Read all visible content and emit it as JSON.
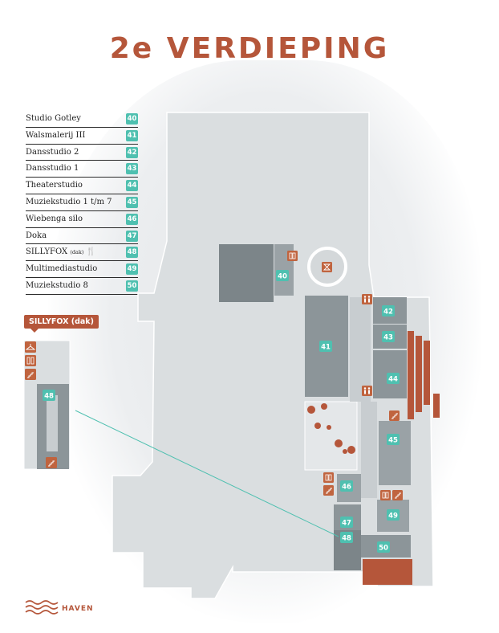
{
  "title": "2e VERDIEPING",
  "legend": [
    {
      "label": "Studio Gotley",
      "number": "40"
    },
    {
      "label": "Walsmalerij III",
      "number": "41"
    },
    {
      "label": "Dansstudio 2",
      "number": "42"
    },
    {
      "label": "Dansstudio 1",
      "number": "43"
    },
    {
      "label": "Theaterstudio",
      "number": "44"
    },
    {
      "label": "Muziekstudio 1 t/m 7",
      "number": "45"
    },
    {
      "label": "Wiebenga silo",
      "number": "46"
    },
    {
      "label": "Doka",
      "number": "47"
    },
    {
      "label": "SILLYFOX",
      "note": "(dak)",
      "number": "48"
    },
    {
      "label": "Multimediastudio",
      "number": "49"
    },
    {
      "label": "Muziekstudio 8",
      "number": "50"
    }
  ],
  "inset": {
    "label": "SILLYFOX (dak)",
    "number": "48"
  },
  "footer": {
    "label": "HAVEN"
  },
  "icons": {
    "elevator": "elevator-icon",
    "stairs": "stairs-icon",
    "toilet": "toilet-icon",
    "restaurant": "fork-knife-icon",
    "wardrobe": "hanger-icon",
    "silo": "hourglass-icon"
  },
  "colors": {
    "accent": "#b5563a",
    "badge": "#4fc0b0",
    "room": "#8c9599"
  }
}
